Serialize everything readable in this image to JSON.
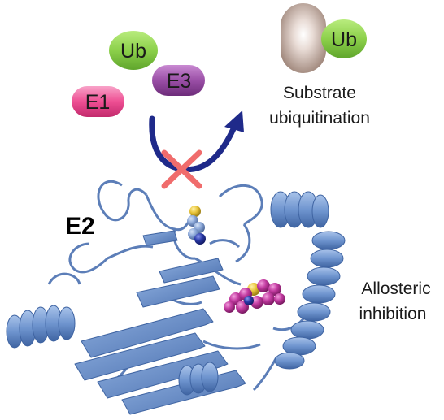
{
  "pills": {
    "ub": "Ub",
    "e3": "E3",
    "e1": "E1",
    "substrate_ub": "Ub"
  },
  "labels": {
    "substrate_line1": "Substrate",
    "substrate_line2": "ubiquitination",
    "e2": "E2",
    "allosteric_line1": "Allosteric",
    "allosteric_line2": "inhibition"
  },
  "colors": {
    "ub_green": "#8cd04a",
    "e3_purple": "#9a4fa6",
    "e1_pink": "#ee4f93",
    "substrate_tan": "#c2aca2",
    "arrow_navy": "#1f2a8a",
    "cross_red": "#f06c6c",
    "protein_blue": "#6f95cf",
    "sphere_magenta": "#c23aa0",
    "sphere_yellow": "#e8c43a",
    "sphere_navy": "#2a3aa8"
  }
}
